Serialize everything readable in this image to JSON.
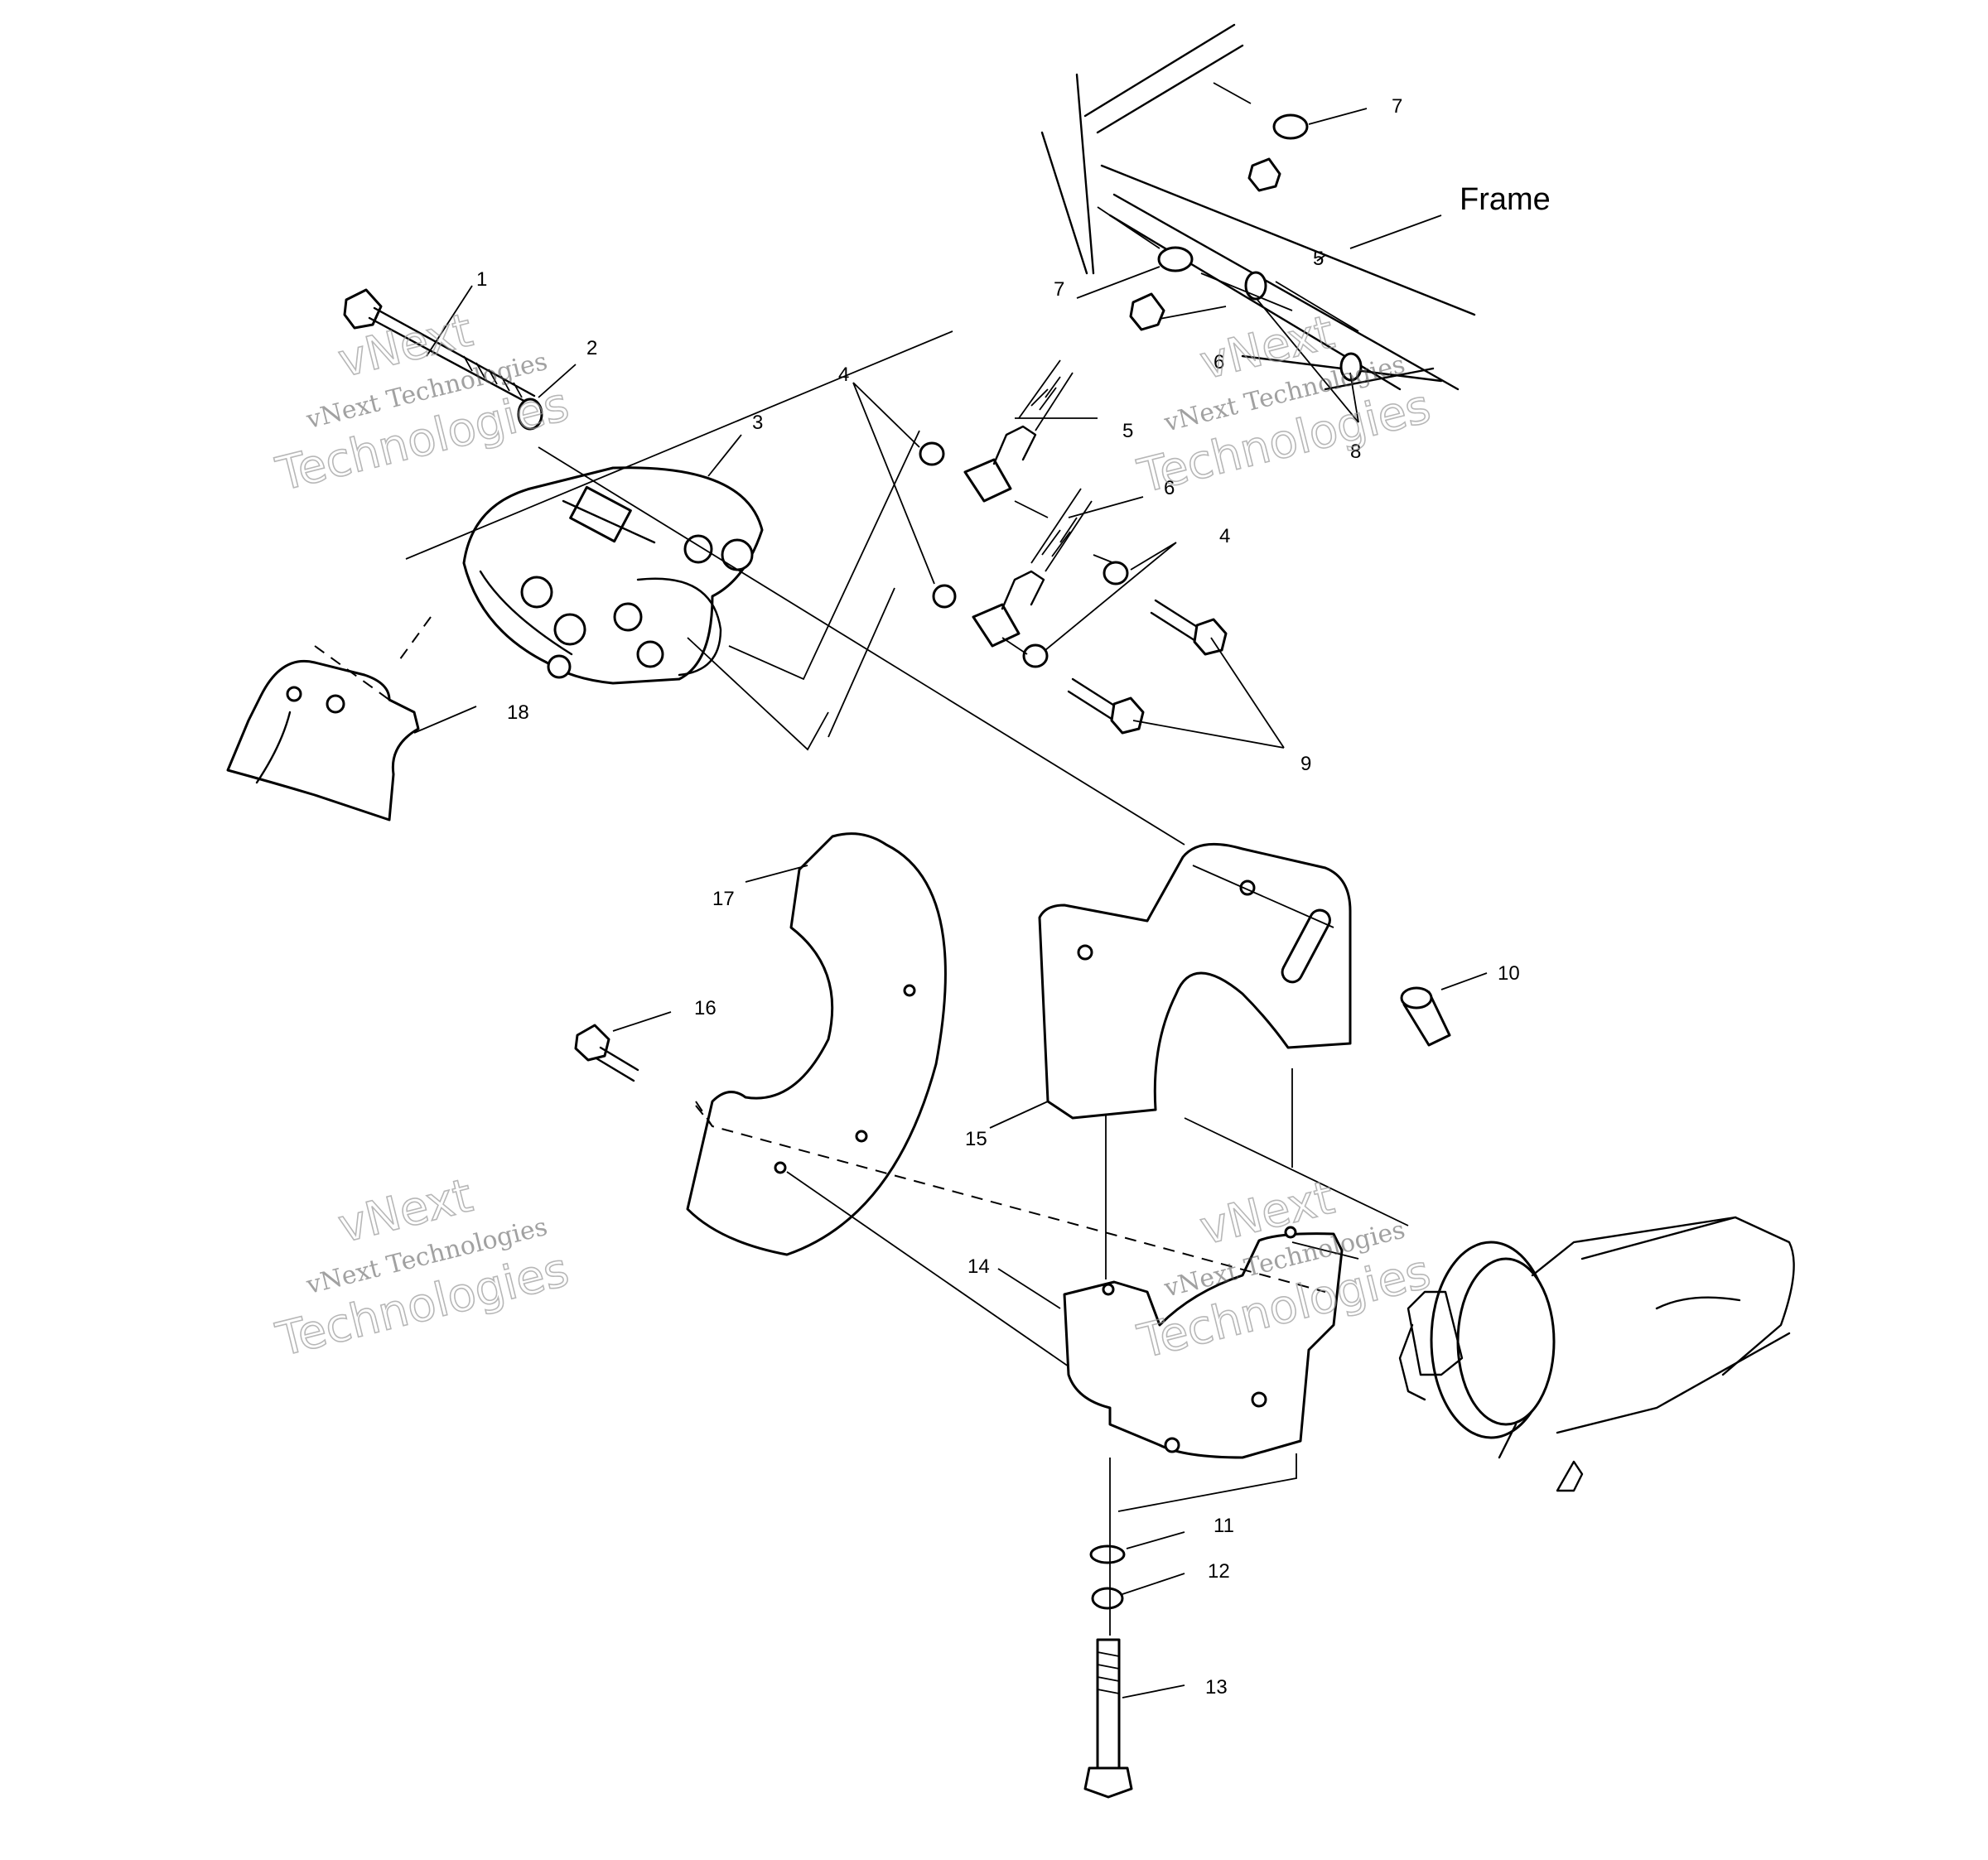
{
  "frame_label": "Frame",
  "callouts": [
    "1",
    "2",
    "3",
    "4",
    "4",
    "5",
    "5",
    "6",
    "6",
    "7",
    "7",
    "8",
    "9",
    "10",
    "11",
    "12",
    "13",
    "14",
    "15",
    "16",
    "17",
    "18"
  ],
  "watermark": {
    "line1": "vNext",
    "line2": "vNext Technologies",
    "line3": "Technologies"
  }
}
